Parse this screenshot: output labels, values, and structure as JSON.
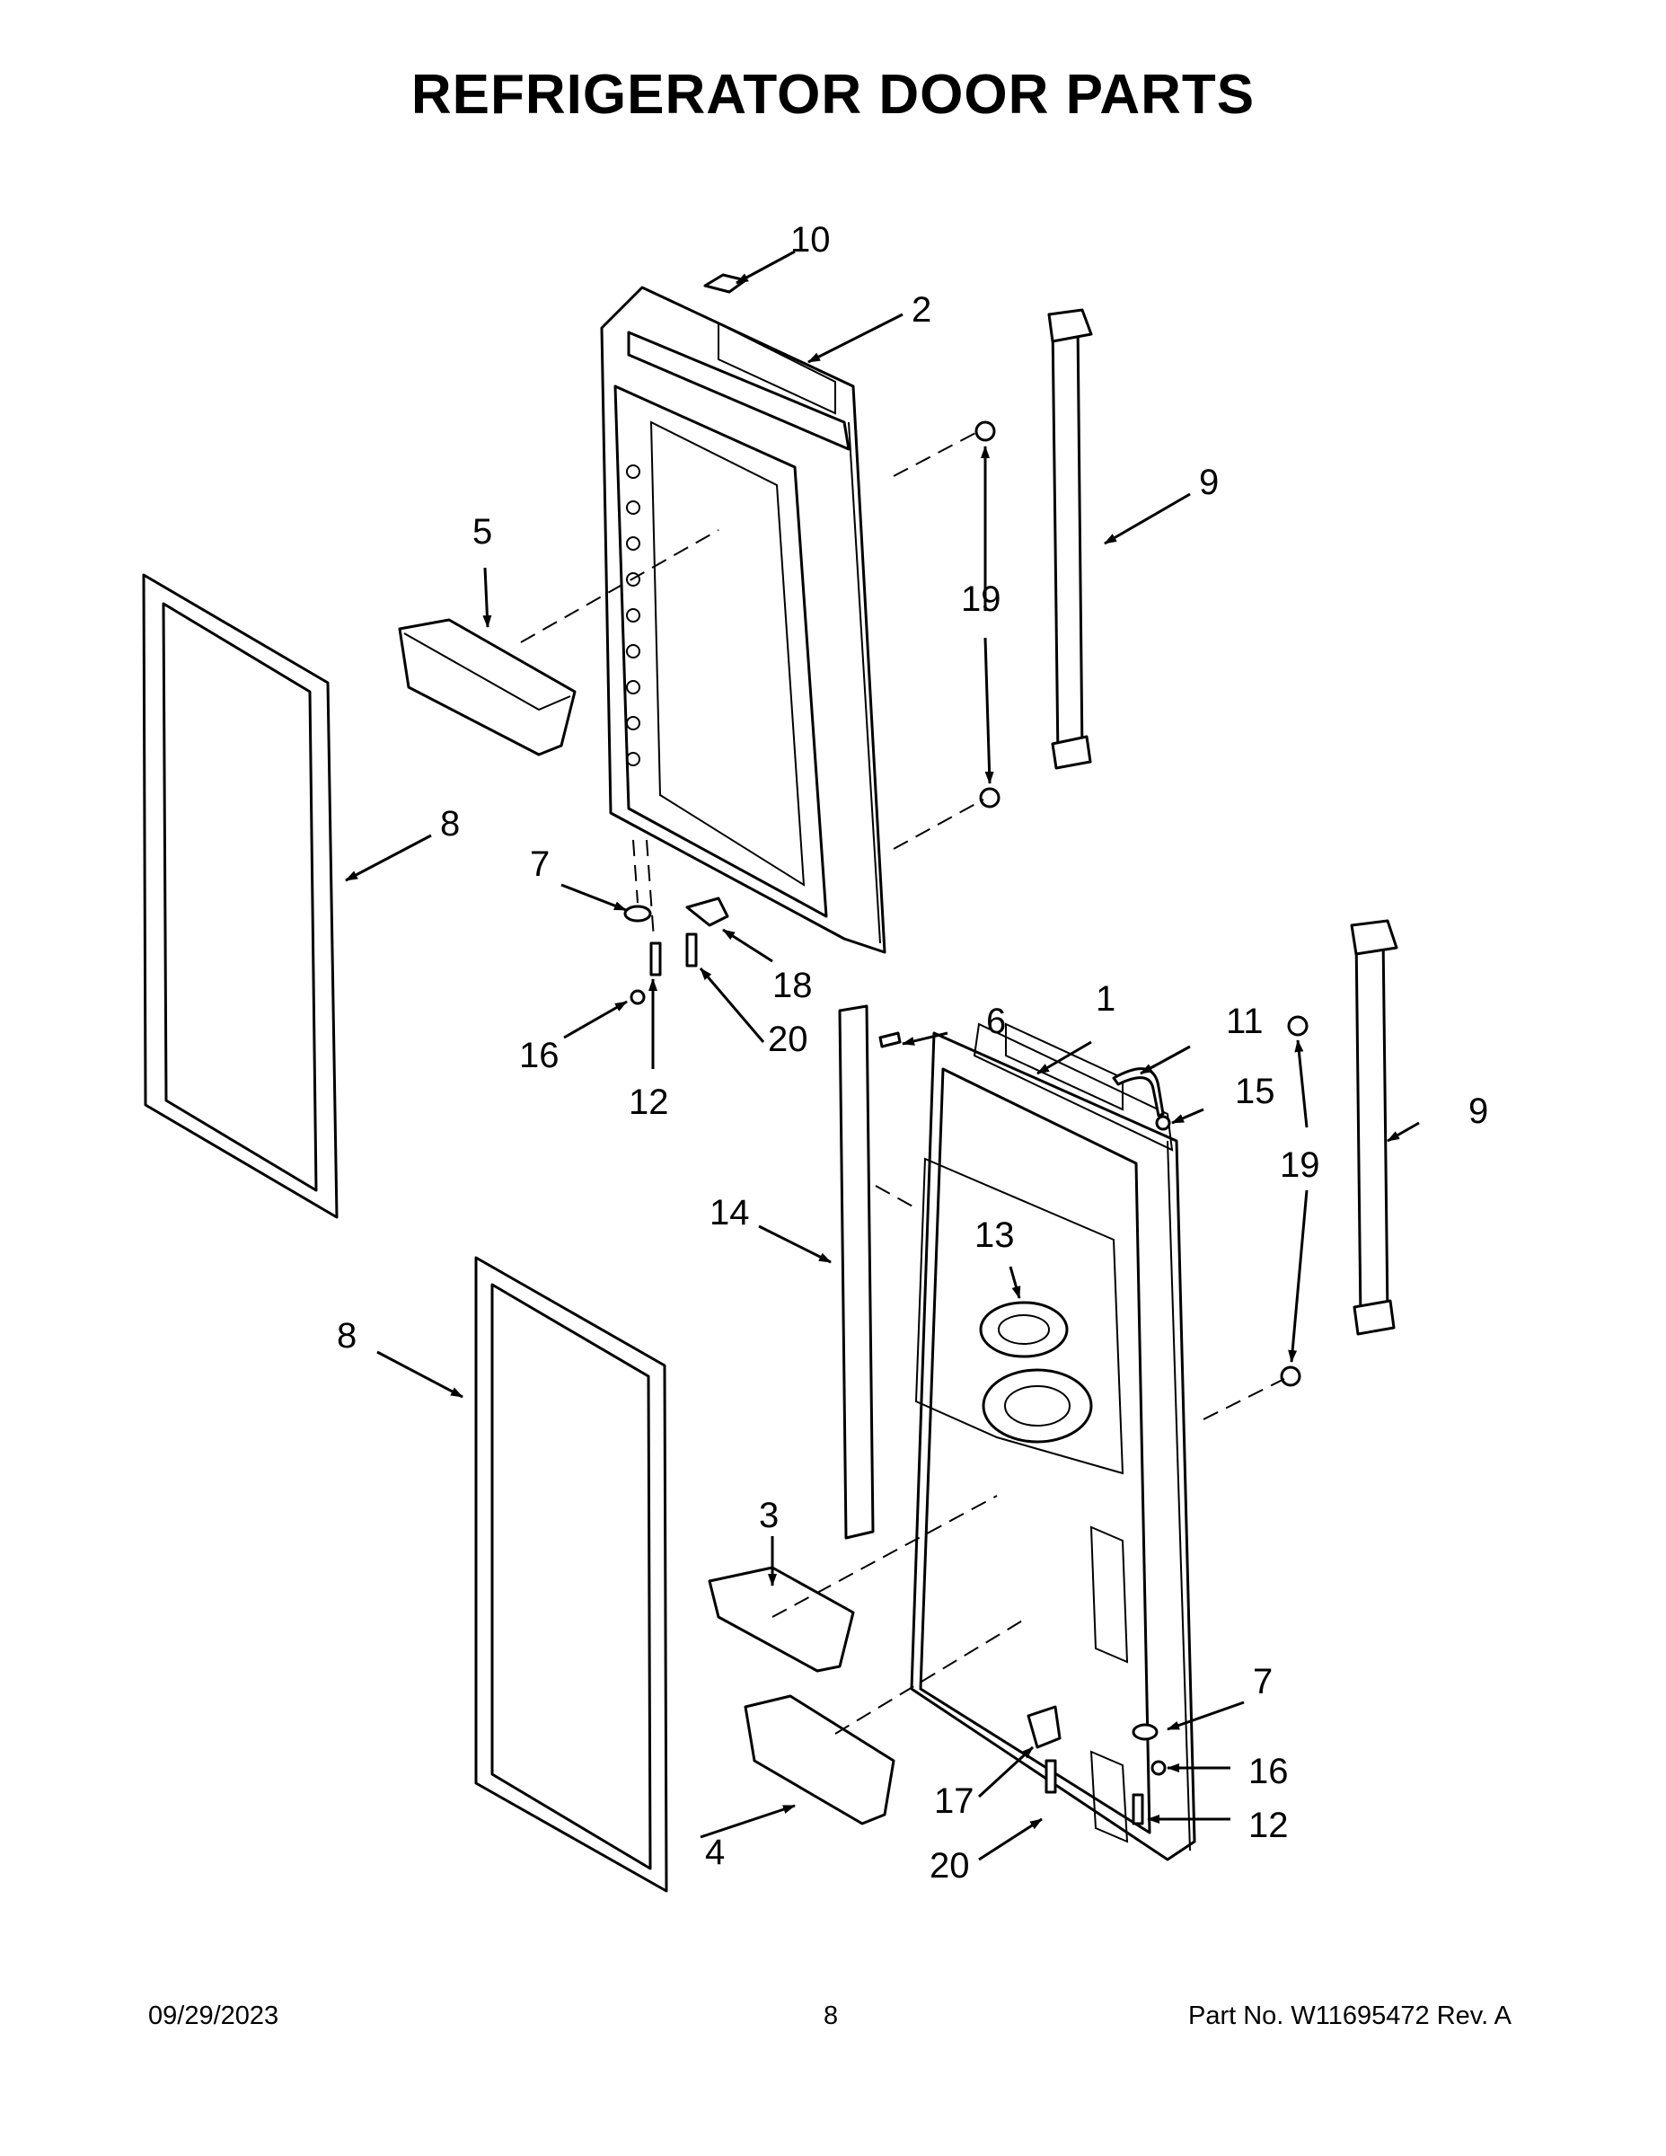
{
  "title": "REFRIGERATOR DOOR PARTS",
  "footer": {
    "date": "09/29/2023",
    "page": "8",
    "part_number": "Part No.  W11695472  Rev.  A"
  },
  "callouts": {
    "c1": "1",
    "c2": "2",
    "c3": "3",
    "c4": "4",
    "c5": "5",
    "c6": "6",
    "c7a": "7",
    "c7b": "7",
    "c8a": "8",
    "c8b": "8",
    "c9a": "9",
    "c9b": "9",
    "c10": "10",
    "c11": "11",
    "c12a": "12",
    "c12b": "12",
    "c13": "13",
    "c14": "14",
    "c15": "15",
    "c16a": "16",
    "c16b": "16",
    "c17": "17",
    "c18": "18",
    "c19a": "19",
    "c19b": "19",
    "c20a": "20",
    "c20b": "20"
  }
}
